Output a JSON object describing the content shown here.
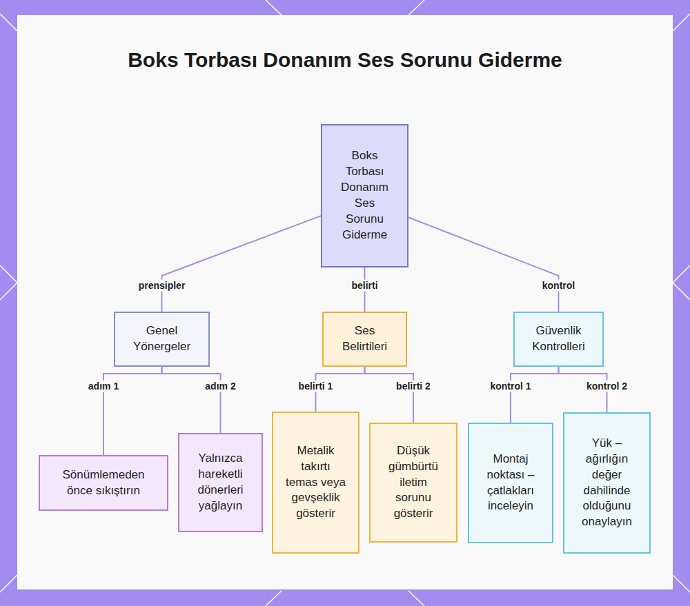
{
  "diagram": {
    "title": "Boks Torbası Donanım Ses Sorunu Giderme",
    "nodes": [
      {
        "text": [
          "Boks Torbası Donanım Ses Sorunu Giderme"
        ]
      },
      {
        "text": [
          "Genel Yönergeler"
        ]
      },
      {
        "text": [
          "Ses Belirtileri"
        ]
      },
      {
        "text": [
          "Güvenlik Kontrolleri"
        ]
      },
      {
        "text": [
          "Sönümlemeden önce sıkıştırın"
        ]
      },
      {
        "text": [
          "Yalnızca hareketli dönerleri yağlayın"
        ]
      },
      {
        "text": [
          "Metalik takırtı temas veya gevşeklik gösterir"
        ]
      },
      {
        "text": [
          "Düşük gümbürtü iletim sorunu gösterir"
        ]
      },
      {
        "text": [
          "Montaj noktası – çatlakları inceleyin"
        ]
      },
      {
        "text": [
          "Yük – ağırlığın değer dahilinde olduğunu onaylayın"
        ]
      }
    ],
    "edges": [
      {
        "from": 0,
        "to": 1,
        "label": "prensipler",
        "arrow": "none"
      },
      {
        "from": 0,
        "to": 2,
        "label": "belirti",
        "arrow": "none"
      },
      {
        "from": 0,
        "to": 3,
        "label": "kontrol",
        "arrow": "none"
      },
      {
        "from": 1,
        "to": 4,
        "label": "adım 1",
        "arrow": "none"
      },
      {
        "from": 1,
        "to": 5,
        "label": "adım 2",
        "arrow": "none"
      },
      {
        "from": 2,
        "to": 6,
        "label": "belirti 1",
        "arrow": "none"
      },
      {
        "from": 2,
        "to": 7,
        "label": "belirti 2",
        "arrow": "none"
      },
      {
        "from": 3,
        "to": 8,
        "label": "kontrol 1",
        "arrow": "none"
      },
      {
        "from": 3,
        "to": 9,
        "label": "kontrol 2",
        "arrow": "none"
      }
    ]
  }
}
